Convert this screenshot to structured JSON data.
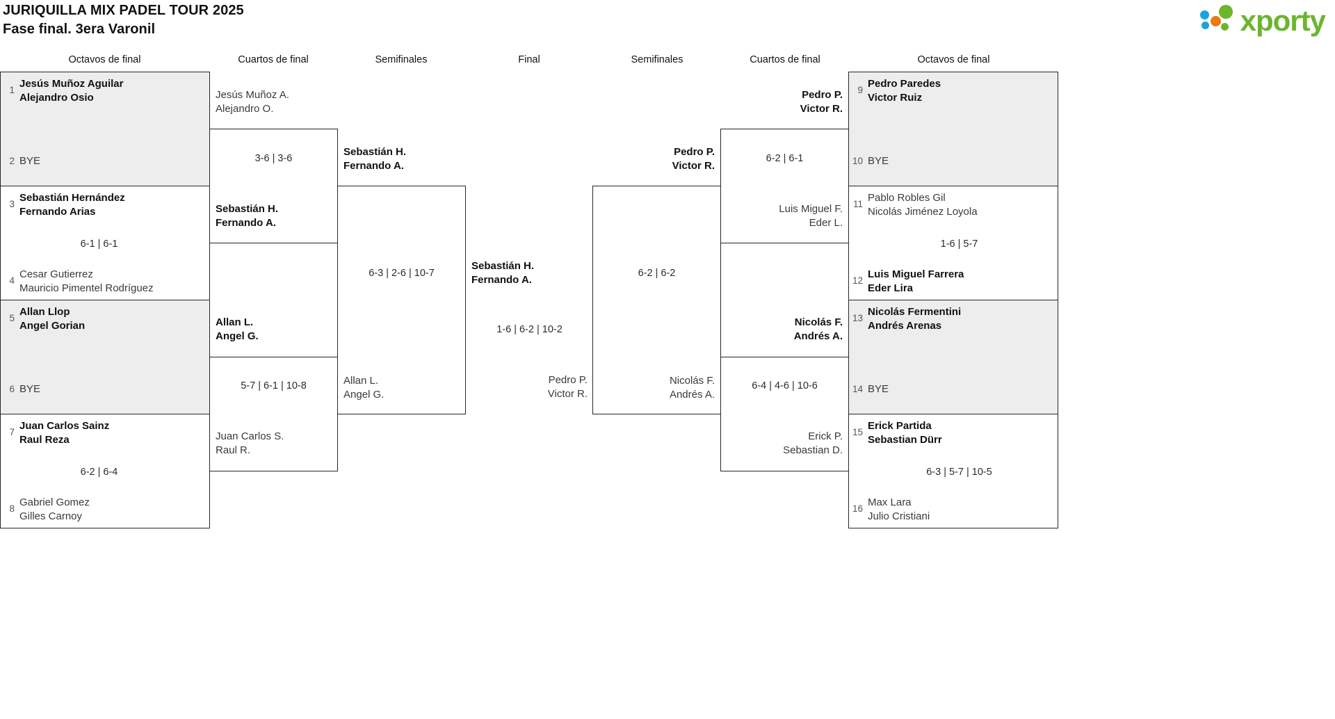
{
  "header": {
    "title_line1": "JURIQUILLA MIX PADEL TOUR 2025",
    "title_line2": "Fase final. 3era Varonil",
    "logo_text": "xporty",
    "logo_colors": {
      "green": "#6cb52d",
      "blue": "#19a3dc",
      "orange": "#e87b12"
    }
  },
  "round_headers": {
    "left_octavos": "Octavos de final",
    "left_cuartos": "Cuartos de final",
    "left_semis": "Semifinales",
    "final": "Final",
    "right_semis": "Semifinales",
    "right_cuartos": "Cuartos de final",
    "right_octavos": "Octavos de final"
  },
  "left": {
    "octavos": [
      {
        "shaded": true,
        "top": {
          "seed": "1",
          "lines": [
            "Jesús Muñoz Aguilar",
            "Alejandro Osio"
          ],
          "winner": true
        },
        "bottom": {
          "seed": "2",
          "lines": [
            "BYE"
          ],
          "bye": true,
          "winner": false
        },
        "score": ""
      },
      {
        "shaded": false,
        "top": {
          "seed": "3",
          "lines": [
            "Sebastián Hernández",
            "Fernando Arias"
          ],
          "winner": true
        },
        "bottom": {
          "seed": "4",
          "lines": [
            "Cesar Gutierrez",
            "Mauricio Pimentel Rodríguez"
          ],
          "winner": false
        },
        "score": "6-1 | 6-1"
      },
      {
        "shaded": true,
        "top": {
          "seed": "5",
          "lines": [
            "Allan Llop",
            "Angel Gorian"
          ],
          "winner": true
        },
        "bottom": {
          "seed": "6",
          "lines": [
            "BYE"
          ],
          "bye": true,
          "winner": false
        },
        "score": ""
      },
      {
        "shaded": false,
        "top": {
          "seed": "7",
          "lines": [
            "Juan Carlos Sainz",
            "Raul Reza"
          ],
          "winner": true
        },
        "bottom": {
          "seed": "8",
          "lines": [
            "Gabriel Gomez",
            "Gilles Carnoy"
          ],
          "winner": false
        },
        "score": "6-2 | 6-4"
      }
    ],
    "cuartos": [
      {
        "top": {
          "lines": [
            "Jesús Muñoz A.",
            "Alejandro O."
          ],
          "winner": false
        },
        "bottom": {
          "lines": [
            "Sebastián H.",
            "Fernando A."
          ],
          "winner": true
        },
        "score": "3-6 | 3-6"
      },
      {
        "top": {
          "lines": [
            "Allan L.",
            "Angel G."
          ],
          "winner": true
        },
        "bottom": {
          "lines": [
            "Juan Carlos S.",
            "Raul R."
          ],
          "winner": false
        },
        "score": "5-7 | 6-1 | 10-8"
      }
    ],
    "semis": [
      {
        "top": {
          "lines": [
            "Sebastián H.",
            "Fernando A."
          ],
          "winner": true
        },
        "bottom": {
          "lines": [
            "Allan L.",
            "Angel G."
          ],
          "winner": false
        },
        "score": "6-3 | 2-6 | 10-7"
      }
    ]
  },
  "final": {
    "top": {
      "lines": [
        "Sebastián H.",
        "Fernando A."
      ],
      "winner": true
    },
    "bottom": {
      "lines": [
        "Pedro P.",
        "Victor R."
      ],
      "winner": false
    },
    "score": "1-6 | 6-2 | 10-2"
  },
  "right": {
    "octavos": [
      {
        "shaded": true,
        "top": {
          "seed": "9",
          "lines": [
            "Pedro Paredes",
            "Victor Ruiz"
          ],
          "winner": true
        },
        "bottom": {
          "seed": "10",
          "lines": [
            "BYE"
          ],
          "bye": true,
          "winner": false
        },
        "score": ""
      },
      {
        "shaded": false,
        "top": {
          "seed": "11",
          "lines": [
            "Pablo Robles Gil",
            "Nicolás Jiménez Loyola"
          ],
          "winner": false
        },
        "bottom": {
          "seed": "12",
          "lines": [
            "Luis Miguel Farrera",
            "Eder Lira"
          ],
          "winner": true
        },
        "score": "1-6 | 5-7"
      },
      {
        "shaded": true,
        "top": {
          "seed": "13",
          "lines": [
            "Nicolás Fermentini",
            "Andrés Arenas"
          ],
          "winner": true
        },
        "bottom": {
          "seed": "14",
          "lines": [
            "BYE"
          ],
          "bye": true,
          "winner": false
        },
        "score": ""
      },
      {
        "shaded": false,
        "top": {
          "seed": "15",
          "lines": [
            "Erick Partida",
            "Sebastian Dürr"
          ],
          "winner": true
        },
        "bottom": {
          "seed": "16",
          "lines": [
            "Max Lara",
            "Julio Cristiani"
          ],
          "winner": false
        },
        "score": "6-3 | 5-7 | 10-5"
      }
    ],
    "cuartos": [
      {
        "top": {
          "lines": [
            "Pedro P.",
            "Victor R."
          ],
          "winner": true
        },
        "bottom": {
          "lines": [
            "Luis Miguel F.",
            "Eder L."
          ],
          "winner": false
        },
        "score": "6-2 | 6-1"
      },
      {
        "top": {
          "lines": [
            "Nicolás F.",
            "Andrés A."
          ],
          "winner": true
        },
        "bottom": {
          "lines": [
            "Erick P.",
            "Sebastian D."
          ],
          "winner": false
        },
        "score": "6-4 | 4-6 | 10-6"
      }
    ],
    "semis": [
      {
        "top": {
          "lines": [
            "Pedro P.",
            "Victor R."
          ],
          "winner": true
        },
        "bottom": {
          "lines": [
            "Nicolás F.",
            "Andrés A."
          ],
          "winner": false
        },
        "score": "6-2 | 6-2"
      }
    ]
  }
}
